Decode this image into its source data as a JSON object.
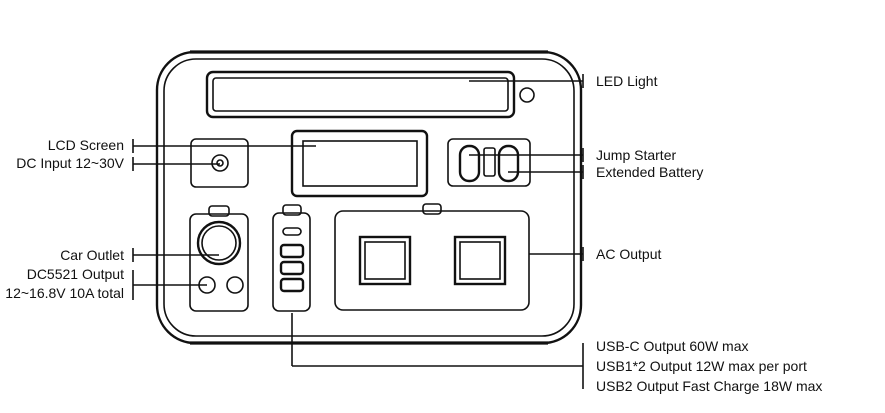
{
  "labels": {
    "left": {
      "lcd_screen": "LCD Screen",
      "dc_input": "DC Input 12~30V",
      "car_outlet": "Car Outlet",
      "dc5521_line1": "DC5521 Output",
      "dc5521_line2": "12~16.8V 10A total"
    },
    "right": {
      "led_light": "LED Light",
      "jump_starter": "Jump Starter",
      "extended_battery": "Extended Battery",
      "ac_output": "AC Output"
    },
    "bottom": {
      "usbc": "USB-C Output 60W max",
      "usb1": "USB1*2 Output 12W max per port",
      "usb2": "USB2 Output Fast Charge 18W max"
    }
  },
  "colors": {
    "line": "#111111",
    "background": "#ffffff"
  }
}
